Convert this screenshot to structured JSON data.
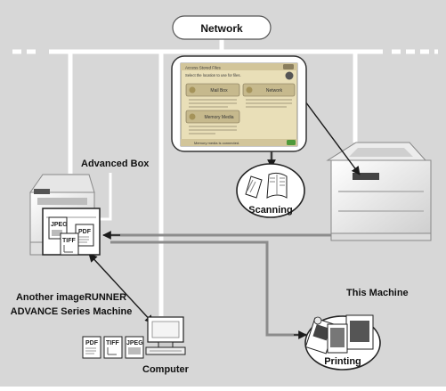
{
  "network_label": "Network",
  "advanced_box_label": "Advanced Box",
  "another_machine_label_line1": "Another imageRUNNER",
  "another_machine_label_line2": "ADVANCE Series Machine",
  "this_machine_label": "This Machine",
  "computer_label": "Computer",
  "scanning_label": "Scanning",
  "printing_label": "Printing",
  "file_types": [
    "JPEG",
    "PDF",
    "TIFF"
  ],
  "screen": {
    "title": "Access Stored Files",
    "subtitle": "Select the location to use for files.",
    "mail_box": "Mail Box",
    "network": "Network",
    "memory_media": "Memory Media",
    "status": "Memory media is connected."
  },
  "colors": {
    "background": "#d7d7d7",
    "network_line": "#ffffff",
    "connector_line": "#8c8c8c",
    "screen_panel": "#e9dfb8",
    "screen_button": "#c6b98d"
  }
}
